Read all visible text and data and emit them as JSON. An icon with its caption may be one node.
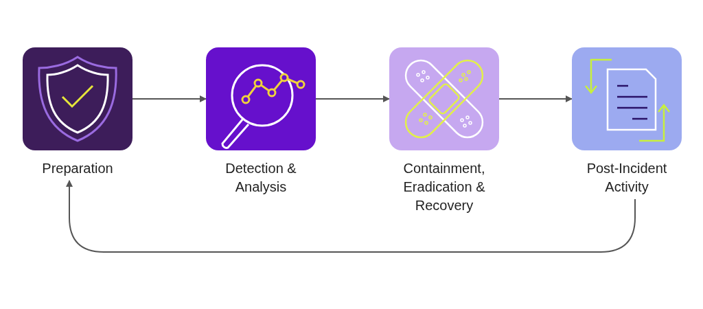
{
  "diagram": {
    "nodes": [
      {
        "text": [
          "Preparation"
        ]
      },
      {
        "text": [
          "Detection & Analysis"
        ]
      },
      {
        "text": [
          "Containment, Eradication & Recovery"
        ]
      },
      {
        "text": [
          "Post-Incident Activity"
        ]
      }
    ],
    "edges": [
      {
        "from": 0,
        "to": 1,
        "arrow": "to"
      },
      {
        "from": 1,
        "to": 2,
        "arrow": "to"
      },
      {
        "from": 2,
        "to": 3,
        "arrow": "to"
      },
      {
        "from": 3,
        "to": 0,
        "arrow": "to"
      }
    ]
  }
}
